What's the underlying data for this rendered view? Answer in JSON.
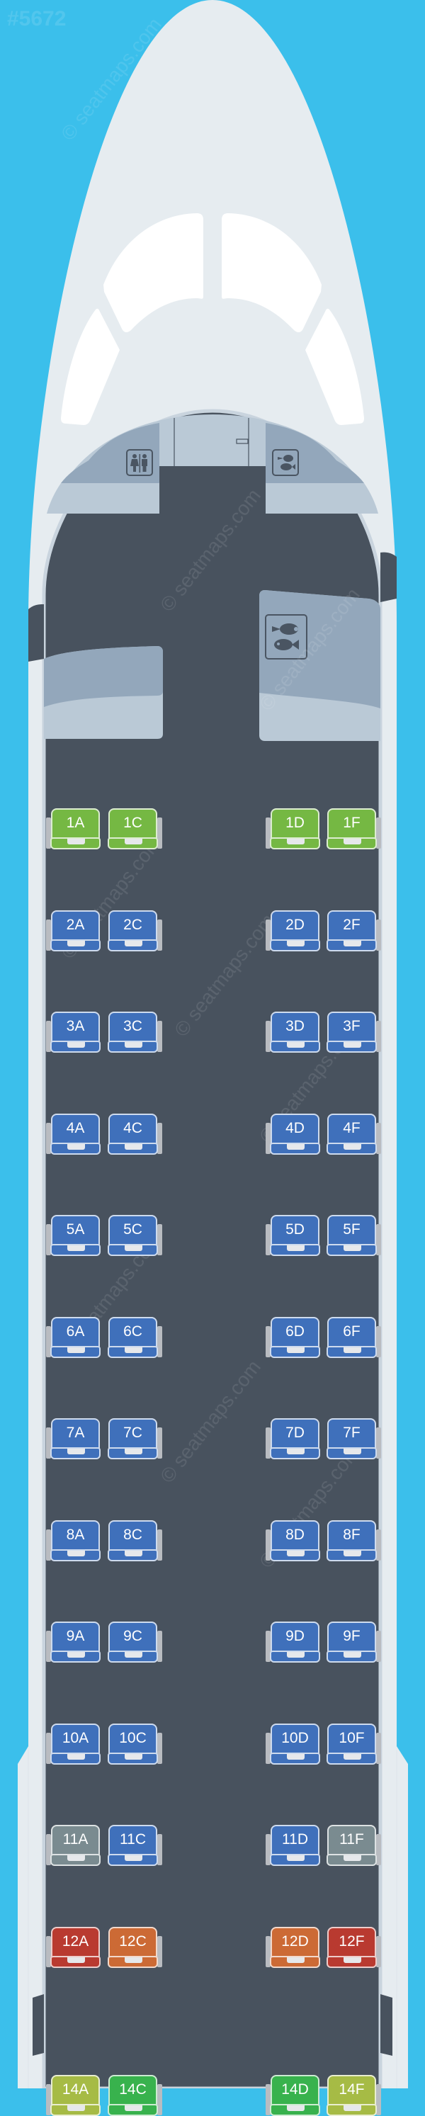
{
  "header": {
    "map_id": "#5672"
  },
  "watermark": "© seatmaps.com",
  "colors": {
    "sky": "#3bbfeb",
    "fuselage": "#e6ecf0",
    "fuselage_edge": "#d4dde5",
    "cabin_floor": "#48525e",
    "galley_dark": "#93a7bb",
    "galley_light": "#bac9d6",
    "window": "#ffffff",
    "seat_green": "#75b843",
    "seat_blue": "#3f70bb",
    "seat_gray": "#7a8b90",
    "seat_red": "#b93a30",
    "seat_orange": "#cc6a35",
    "seat_olive": "#a6bb45",
    "seat_brightgreen": "#38b24d",
    "armrest": "#b9bcc1"
  },
  "facilities": {
    "lavatory": {
      "icon": "lavatory-icon",
      "label": "Lavatory"
    },
    "galley_front": {
      "icon": "galley-meal-icon",
      "label": "Galley"
    },
    "galley_mid": {
      "icon": "galley-meal-icon",
      "label": "Galley"
    }
  },
  "columns_left": [
    "A",
    "C"
  ],
  "columns_right": [
    "D",
    "F"
  ],
  "rows": [
    {
      "row": "1",
      "seats": [
        {
          "id": "1A",
          "type": "green"
        },
        {
          "id": "1C",
          "type": "green"
        },
        {
          "id": "1D",
          "type": "green"
        },
        {
          "id": "1F",
          "type": "green"
        }
      ]
    },
    {
      "row": "2",
      "seats": [
        {
          "id": "2A",
          "type": "blue"
        },
        {
          "id": "2C",
          "type": "blue"
        },
        {
          "id": "2D",
          "type": "blue"
        },
        {
          "id": "2F",
          "type": "blue"
        }
      ]
    },
    {
      "row": "3",
      "seats": [
        {
          "id": "3A",
          "type": "blue"
        },
        {
          "id": "3C",
          "type": "blue"
        },
        {
          "id": "3D",
          "type": "blue"
        },
        {
          "id": "3F",
          "type": "blue"
        }
      ]
    },
    {
      "row": "4",
      "seats": [
        {
          "id": "4A",
          "type": "blue"
        },
        {
          "id": "4C",
          "type": "blue"
        },
        {
          "id": "4D",
          "type": "blue"
        },
        {
          "id": "4F",
          "type": "blue"
        }
      ]
    },
    {
      "row": "5",
      "seats": [
        {
          "id": "5A",
          "type": "blue"
        },
        {
          "id": "5C",
          "type": "blue"
        },
        {
          "id": "5D",
          "type": "blue"
        },
        {
          "id": "5F",
          "type": "blue"
        }
      ]
    },
    {
      "row": "6",
      "seats": [
        {
          "id": "6A",
          "type": "blue"
        },
        {
          "id": "6C",
          "type": "blue"
        },
        {
          "id": "6D",
          "type": "blue"
        },
        {
          "id": "6F",
          "type": "blue"
        }
      ]
    },
    {
      "row": "7",
      "seats": [
        {
          "id": "7A",
          "type": "blue"
        },
        {
          "id": "7C",
          "type": "blue"
        },
        {
          "id": "7D",
          "type": "blue"
        },
        {
          "id": "7F",
          "type": "blue"
        }
      ]
    },
    {
      "row": "8",
      "seats": [
        {
          "id": "8A",
          "type": "blue"
        },
        {
          "id": "8C",
          "type": "blue"
        },
        {
          "id": "8D",
          "type": "blue"
        },
        {
          "id": "8F",
          "type": "blue"
        }
      ]
    },
    {
      "row": "9",
      "seats": [
        {
          "id": "9A",
          "type": "blue"
        },
        {
          "id": "9C",
          "type": "blue"
        },
        {
          "id": "9D",
          "type": "blue"
        },
        {
          "id": "9F",
          "type": "blue"
        }
      ]
    },
    {
      "row": "10",
      "seats": [
        {
          "id": "10A",
          "type": "blue"
        },
        {
          "id": "10C",
          "type": "blue"
        },
        {
          "id": "10D",
          "type": "blue"
        },
        {
          "id": "10F",
          "type": "blue"
        }
      ]
    },
    {
      "row": "11",
      "seats": [
        {
          "id": "11A",
          "type": "gray"
        },
        {
          "id": "11C",
          "type": "blue"
        },
        {
          "id": "11D",
          "type": "blue"
        },
        {
          "id": "11F",
          "type": "gray"
        }
      ]
    },
    {
      "row": "12",
      "seats": [
        {
          "id": "12A",
          "type": "red"
        },
        {
          "id": "12C",
          "type": "orange"
        },
        {
          "id": "12D",
          "type": "orange"
        },
        {
          "id": "12F",
          "type": "red"
        }
      ]
    },
    {
      "row": "14",
      "seats": [
        {
          "id": "14A",
          "type": "olive"
        },
        {
          "id": "14C",
          "type": "brightgreen"
        },
        {
          "id": "14D",
          "type": "brightgreen"
        },
        {
          "id": "14F",
          "type": "olive"
        }
      ]
    }
  ]
}
